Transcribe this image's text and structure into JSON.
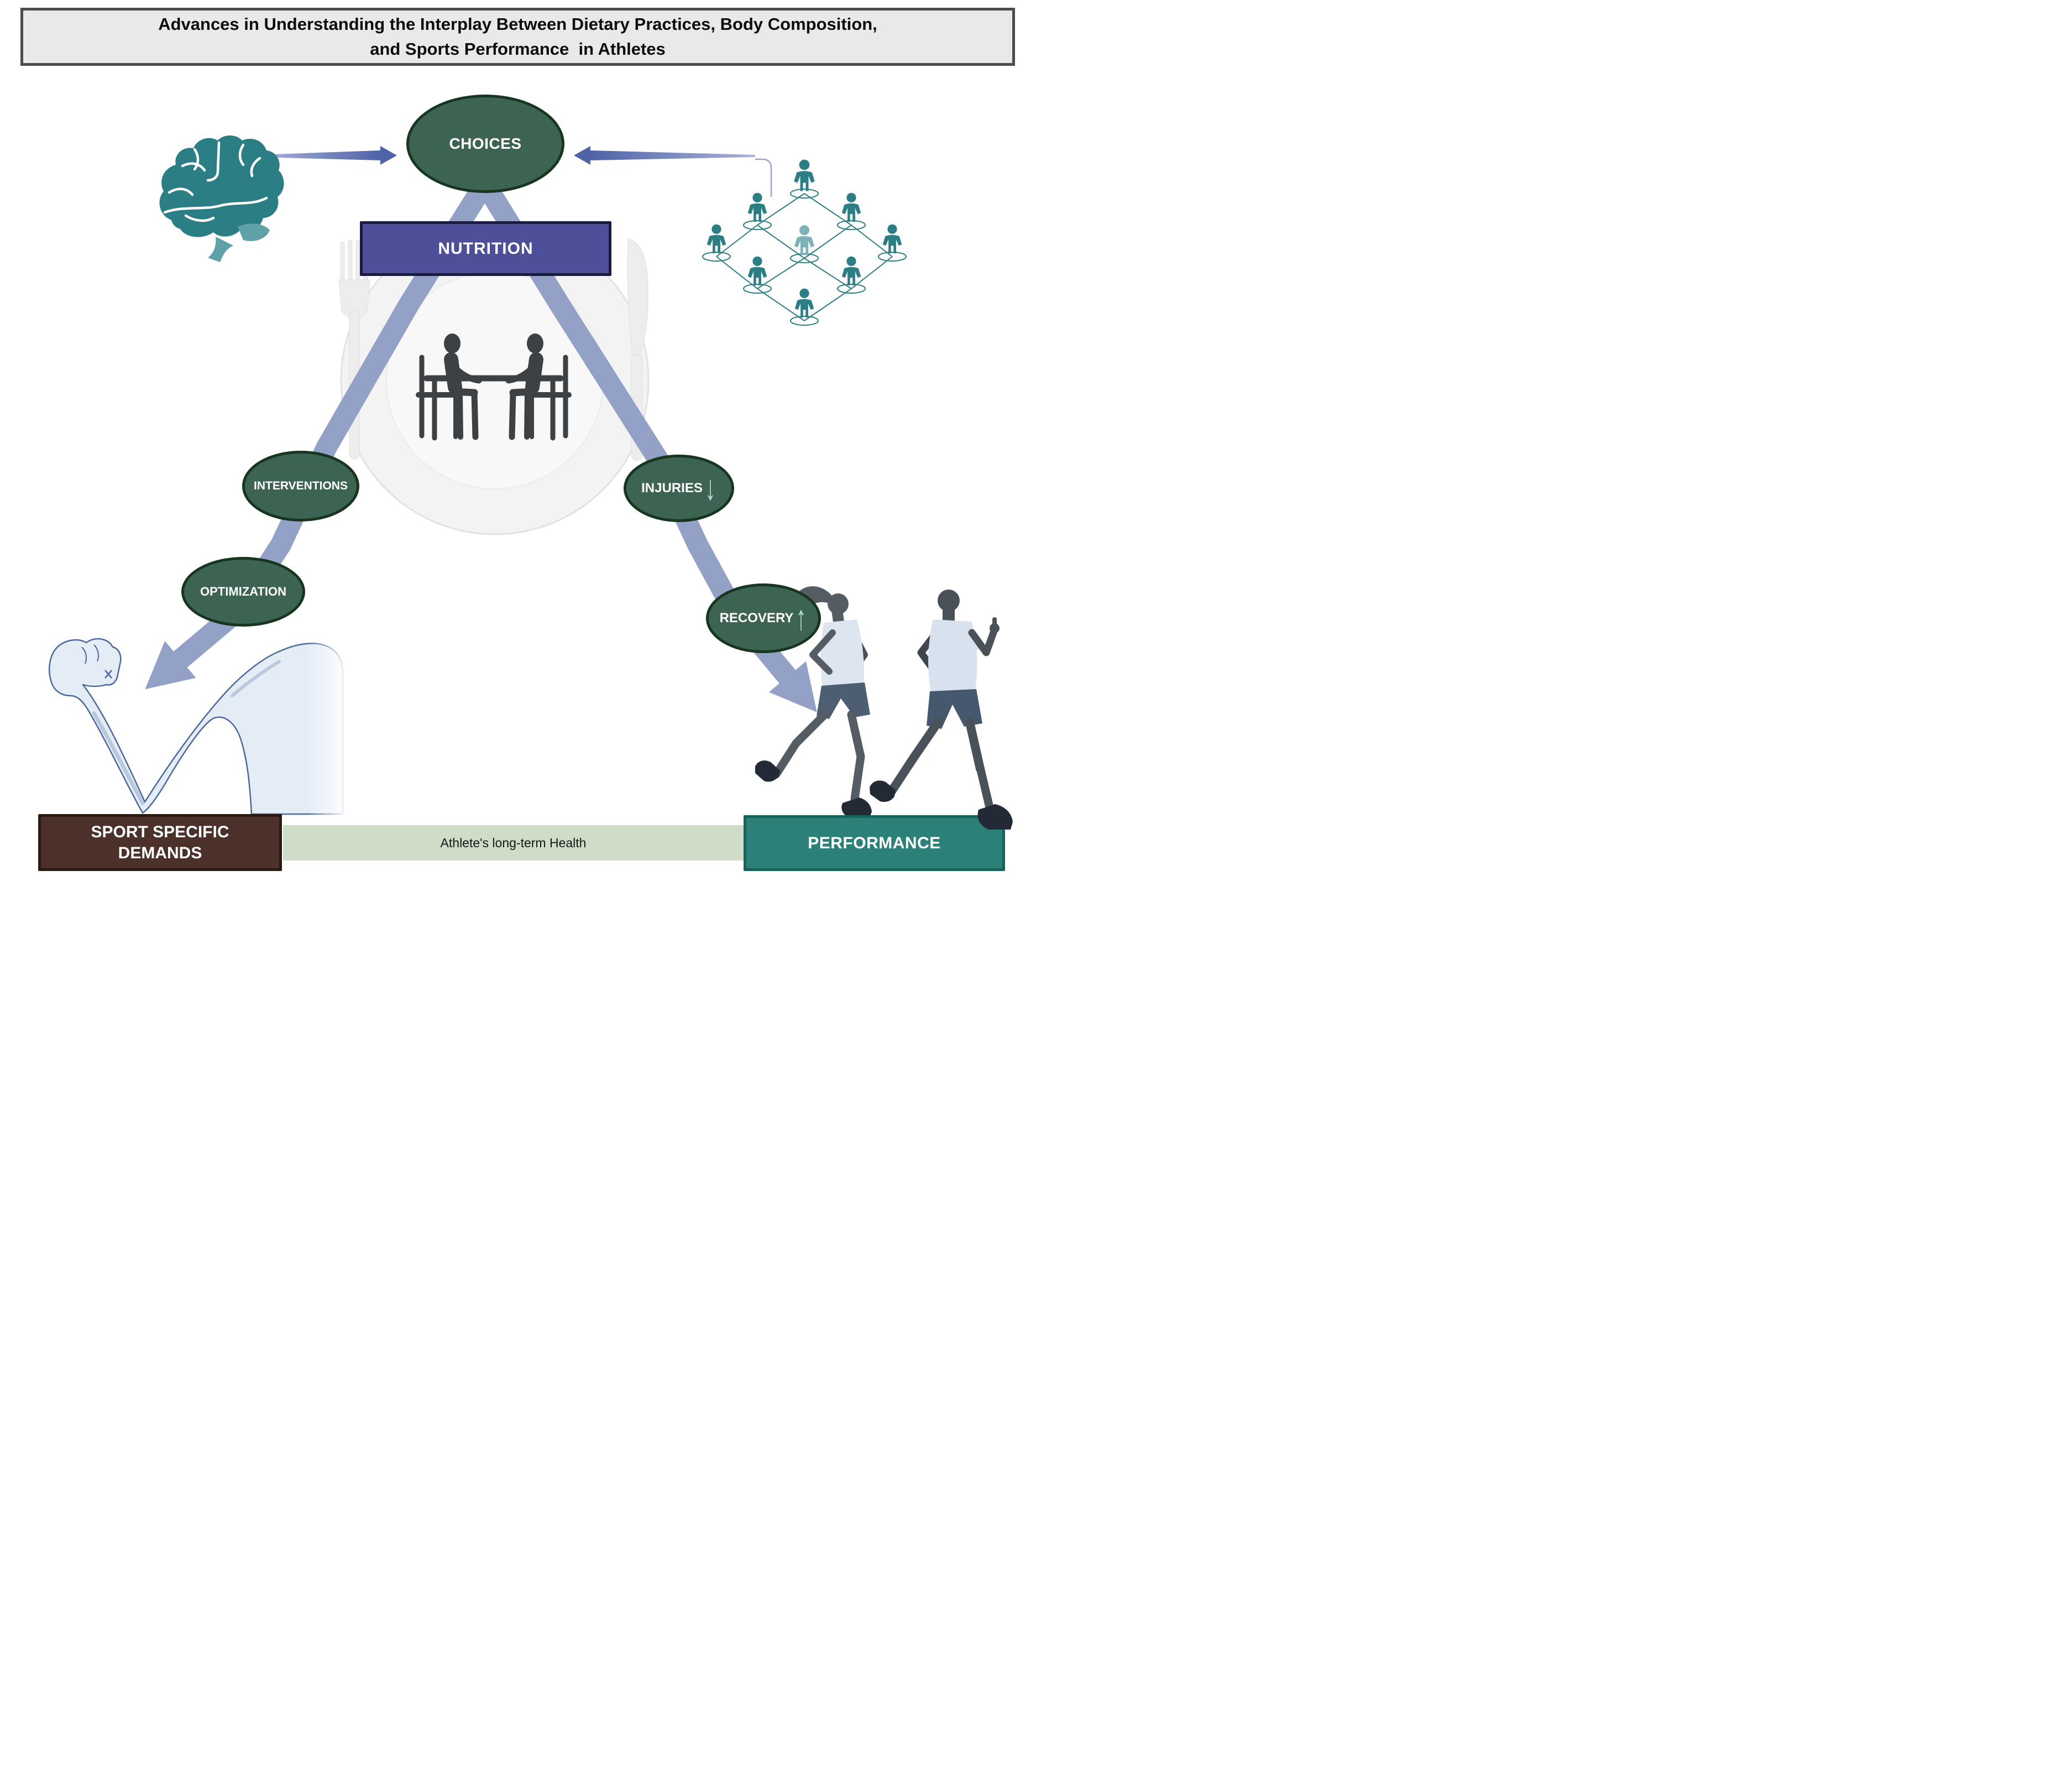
{
  "title": {
    "line1": "Advances in Understanding the Interplay Between Dietary Practices, Body Composition,",
    "line2": "and Sports Performance  in Athletes"
  },
  "nodes": {
    "choices": {
      "label": "CHOICES"
    },
    "nutrition": {
      "label": "NUTRITION"
    },
    "interventions": {
      "label": "INTERVENTIONS"
    },
    "injuries": {
      "label": "INJURIES",
      "trend": "↓",
      "trend_direction": "down"
    },
    "optimization": {
      "label": "OPTIMIZATION"
    },
    "recovery": {
      "label": "RECOVERY",
      "trend": "↑",
      "trend_direction": "up"
    },
    "sport_specific_demands": {
      "line1": "SPORT SPECIFIC",
      "line2": "DEMANDS"
    },
    "performance": {
      "label": "PERFORMANCE"
    }
  },
  "footer": {
    "health_label": "Athlete's long-term Health"
  },
  "icons": {
    "left_of_choices": "brain-icon",
    "right_of_choices": "people-network-icon",
    "center_background": [
      "fork-icon",
      "plate-icon",
      "knife-icon",
      "dining-table-icon"
    ],
    "bottom_left": "arm-muscle-icon",
    "bottom_right": "runners-icon"
  },
  "colors": {
    "node_green": "#3d6353",
    "node_green_border": "#17351f",
    "nutrition_purple": "#4e4f99",
    "demands_brown": "#4b3129",
    "performance_teal": "#2b8077",
    "flow_band_blue": "#93a1c6",
    "thin_arrow_blue": "#4f63a8",
    "health_band_green": "#cedcc8",
    "icon_teal": "#2b7e84",
    "trend_arrow_pale": "#b5dbe0",
    "title_bar_gray": "#e9e9e9"
  }
}
